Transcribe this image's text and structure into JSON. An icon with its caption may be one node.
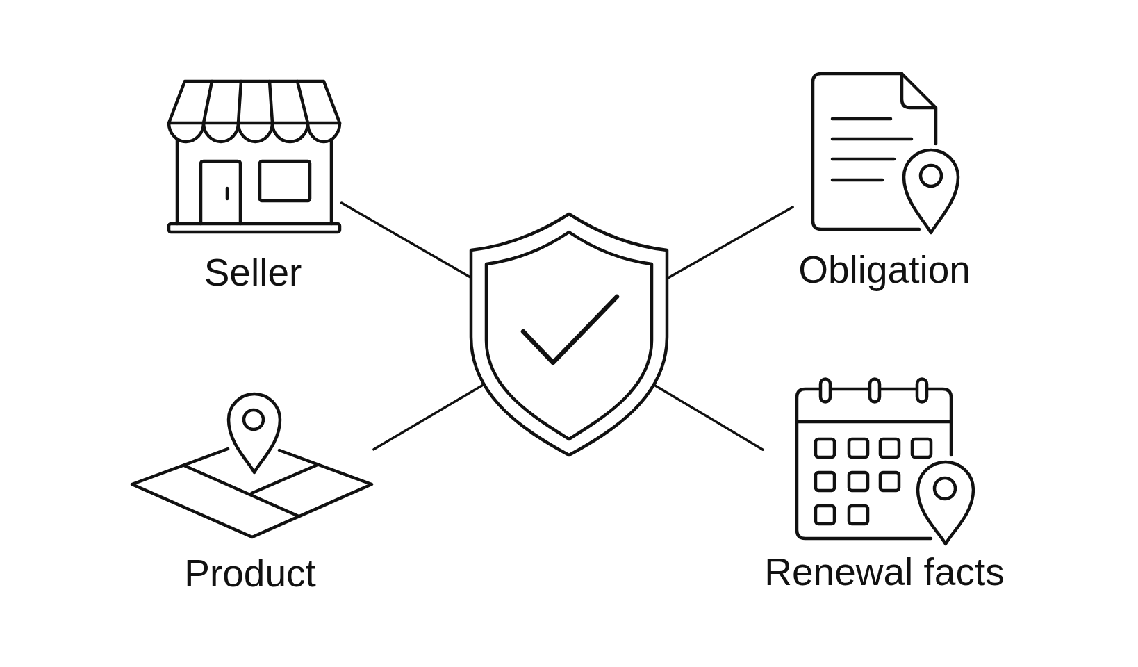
{
  "diagram": {
    "nodes": [
      {
        "text": [
          "Seller"
        ]
      },
      {
        "text": [
          "Obligation"
        ]
      },
      {
        "text": [],
        "shape": "picture"
      },
      {
        "text": [
          "Product"
        ]
      },
      {
        "text": [
          "Renewal facts"
        ]
      }
    ],
    "edges": [
      {
        "from": 2,
        "to": 0,
        "arrow": "none"
      },
      {
        "from": 2,
        "to": 1,
        "arrow": "none"
      },
      {
        "from": 2,
        "to": 3,
        "arrow": "none"
      },
      {
        "from": 2,
        "to": 4,
        "arrow": "none"
      }
    ]
  }
}
